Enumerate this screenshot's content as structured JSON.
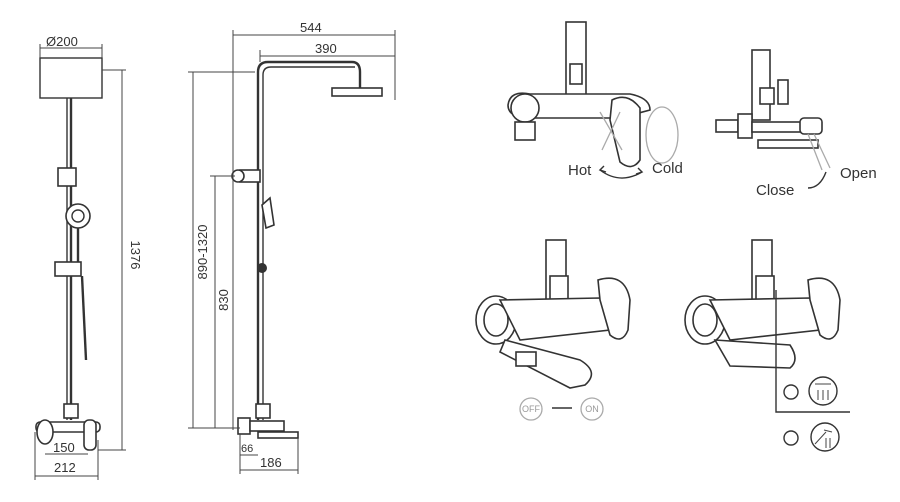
{
  "front_view": {
    "dims": {
      "head_diameter": "Ø200",
      "total_height": "1376",
      "mixer_center": "150",
      "mixer_width": "212"
    }
  },
  "side_view": {
    "dims": {
      "arm_total": "544",
      "arm_reach": "390",
      "height_range": "890-1320",
      "mixer_height": "830",
      "wall_offset": "66",
      "spout_depth": "186"
    }
  },
  "controls": {
    "temperature": {
      "hot": "Hot",
      "cold": "Cold"
    },
    "flow": {
      "close": "Close",
      "open": "Open"
    },
    "switch": {
      "off": "OFF",
      "on": "ON"
    }
  },
  "icons": [
    "shower-head-icon",
    "hand-shower-icon",
    "rotate-arrow-icon"
  ]
}
